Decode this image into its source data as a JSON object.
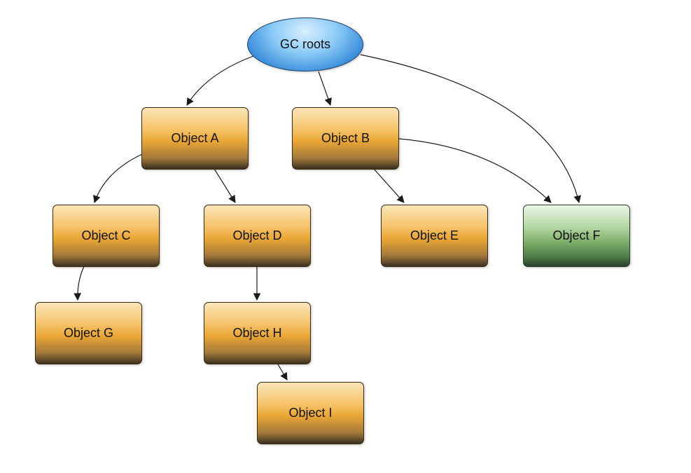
{
  "diagram": {
    "nodes": {
      "gc_roots": "GC roots",
      "object_a": "Object A",
      "object_b": "Object B",
      "object_c": "Object C",
      "object_d": "Object D",
      "object_e": "Object E",
      "object_f": "Object F",
      "object_g": "Object G",
      "object_h": "Object H",
      "object_i": "Object I"
    },
    "edges": [
      [
        "GC roots",
        "Object A"
      ],
      [
        "GC roots",
        "Object B"
      ],
      [
        "GC roots",
        "Object F"
      ],
      [
        "Object A",
        "Object C"
      ],
      [
        "Object A",
        "Object D"
      ],
      [
        "Object B",
        "Object E"
      ],
      [
        "Object B",
        "Object F"
      ],
      [
        "Object C",
        "Object G"
      ],
      [
        "Object D",
        "Object H"
      ],
      [
        "Object H",
        "Object I"
      ]
    ],
    "colors": {
      "reachable_fill": "#e9a634",
      "unreachable_fill": "#7fb06c",
      "root_fill": "#3d8fdc",
      "edge": "#1a1a1a"
    }
  }
}
